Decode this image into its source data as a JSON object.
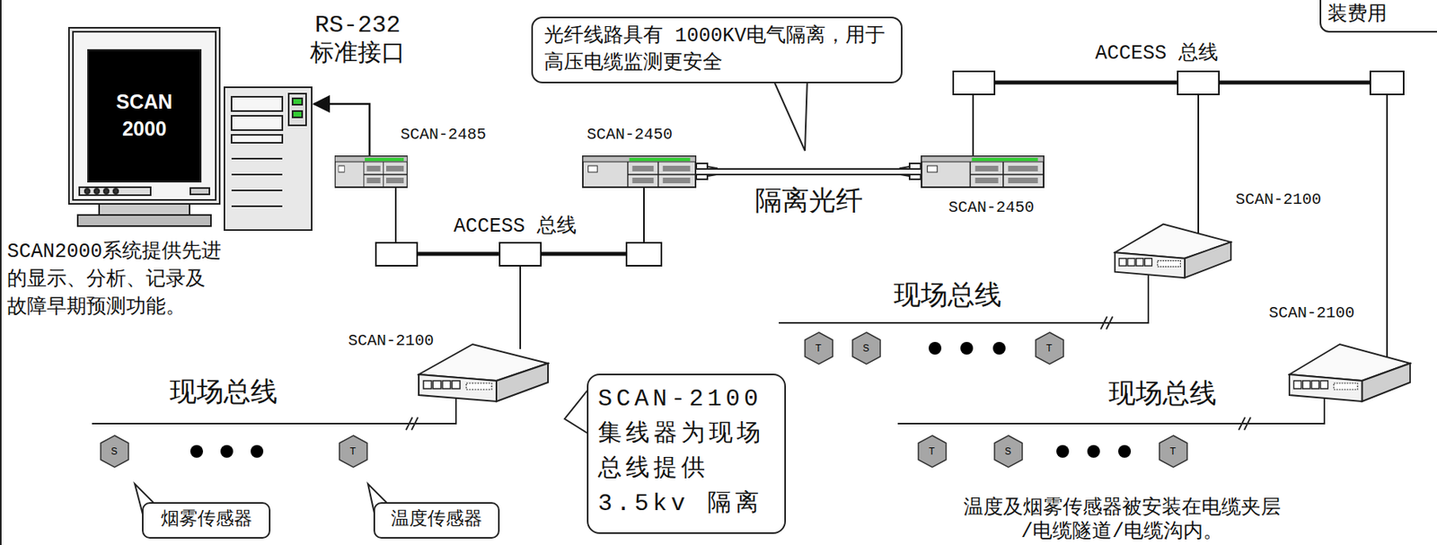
{
  "diagram": {
    "nodes": [
      {
        "text": [
          "SCAN 2000"
        ]
      },
      {
        "text": [
          "光纤线路具有 1000KV电气隔离，用于高压电缆监测更安全"
        ]
      },
      {
        "text": [
          "装费用"
        ]
      },
      {
        "text": [
          "SCAN-2485"
        ]
      },
      {
        "text": [
          "SCAN-2450"
        ]
      },
      {
        "text": [
          "SCAN-2450"
        ]
      },
      {
        "text": [
          "SCAN-2100"
        ]
      },
      {
        "text": [
          "SCAN-2100"
        ]
      },
      {
        "text": [
          "SCAN-2100"
        ]
      },
      {
        "text": [
          "T"
        ]
      },
      {
        "text": [
          "S"
        ]
      },
      {
        "text": [
          "T"
        ]
      },
      {
        "text": [
          "S"
        ]
      },
      {
        "text": [
          "T"
        ]
      },
      {
        "text": [
          "SCAN-2100 集线器为现场总线提供 3.5kv 隔离"
        ]
      },
      {
        "text": [
          "T"
        ]
      },
      {
        "text": [
          "S"
        ]
      },
      {
        "text": [
          "T"
        ]
      },
      {
        "text": [
          "烟雾传感器"
        ]
      },
      {
        "text": [
          "温度传感器"
        ]
      }
    ],
    "edges": [
      {
        "from": 4,
        "to": 5,
        "arrow": "none",
        "label": "隔离光纤"
      }
    ],
    "labels": [
      "RS-232 标准接口",
      "SCAN2000系统提供先进 的显示、分析、记录及 故障早期预测功能。",
      "ACCESS 总线",
      "ACCESS 总线",
      "现场总线",
      "现场总线",
      "现场总线",
      "温度及烟雾传感器被安装在电缆夹层 /电缆隧道/电缆沟内。"
    ]
  }
}
